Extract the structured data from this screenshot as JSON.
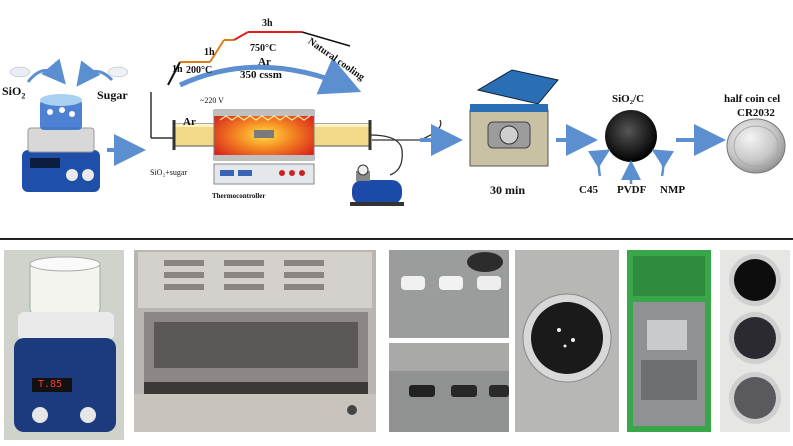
{
  "labels": {
    "sio2": "SiO",
    "sio2_sub": "2",
    "sugar": "Sugar",
    "step_1h_a": "1h",
    "step_200": "200°C",
    "step_1h_b": "1h",
    "step_3h": "3h",
    "step_750": "750°C",
    "natural_cooling": "Natural cooling",
    "ar_gas": "Ar",
    "flow": "350 cssm",
    "voltage": "~220 V",
    "ar_tube": "Ar",
    "mix": "SiO₂+sugar",
    "thermocontroller": "Thermocontroller",
    "mill_time": "30 min",
    "product": "SiO₂/C",
    "c45": "C45",
    "pvdf": "PVDF",
    "nmp": "NMP",
    "cell_line1": "half coin cel",
    "cell_line2": "CR2032",
    "display": "T.85"
  },
  "colors": {
    "arrow": "#5b8fd0",
    "heat_line_low": "#e07b1a",
    "heat_line_high": "#e02020",
    "furnace_hot": "#e53b1f",
    "tube": "#f2d98a",
    "pump": "#1c4aa8",
    "case": "#2a6fb5"
  }
}
